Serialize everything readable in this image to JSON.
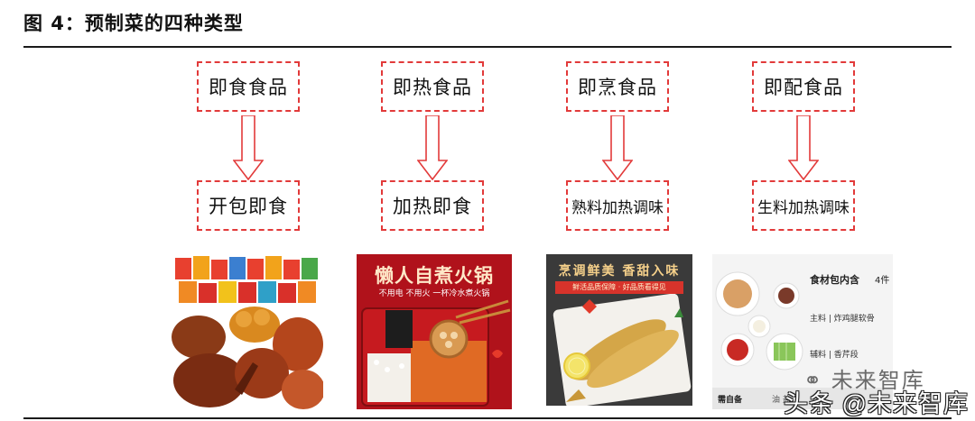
{
  "title": "图 4：预制菜的四种类型",
  "categories": [
    {
      "top": "即食食品",
      "bottom": "开包即食"
    },
    {
      "top": "即热食品",
      "bottom": "加热即食"
    },
    {
      "top": "即烹食品",
      "bottom": "熟料加热调味"
    },
    {
      "top": "即配食品",
      "bottom": "生料加热调味"
    }
  ],
  "photos": {
    "hotpot": {
      "headline": "懒人自煮火锅",
      "sub": "不用电 不用火 一杯冷水煮火锅"
    },
    "fish": {
      "headline": "烹调鲜美 香甜入味",
      "sub": "鲜活品质保障 · 好品质看得见"
    },
    "kit": {
      "title": "食材包内含",
      "count": "4件",
      "row1": "主料 | 炸鸡腿软骨",
      "row2": "辅料 | 香芹段",
      "foot_left": "需自备",
      "foot_right": "油 盐"
    }
  },
  "watermark": {
    "logo_text": "未来智库",
    "main_text": "头条 @未来智库"
  },
  "colors": {
    "dashed_border": "#e23a3a",
    "rule": "#1a1a1a"
  }
}
